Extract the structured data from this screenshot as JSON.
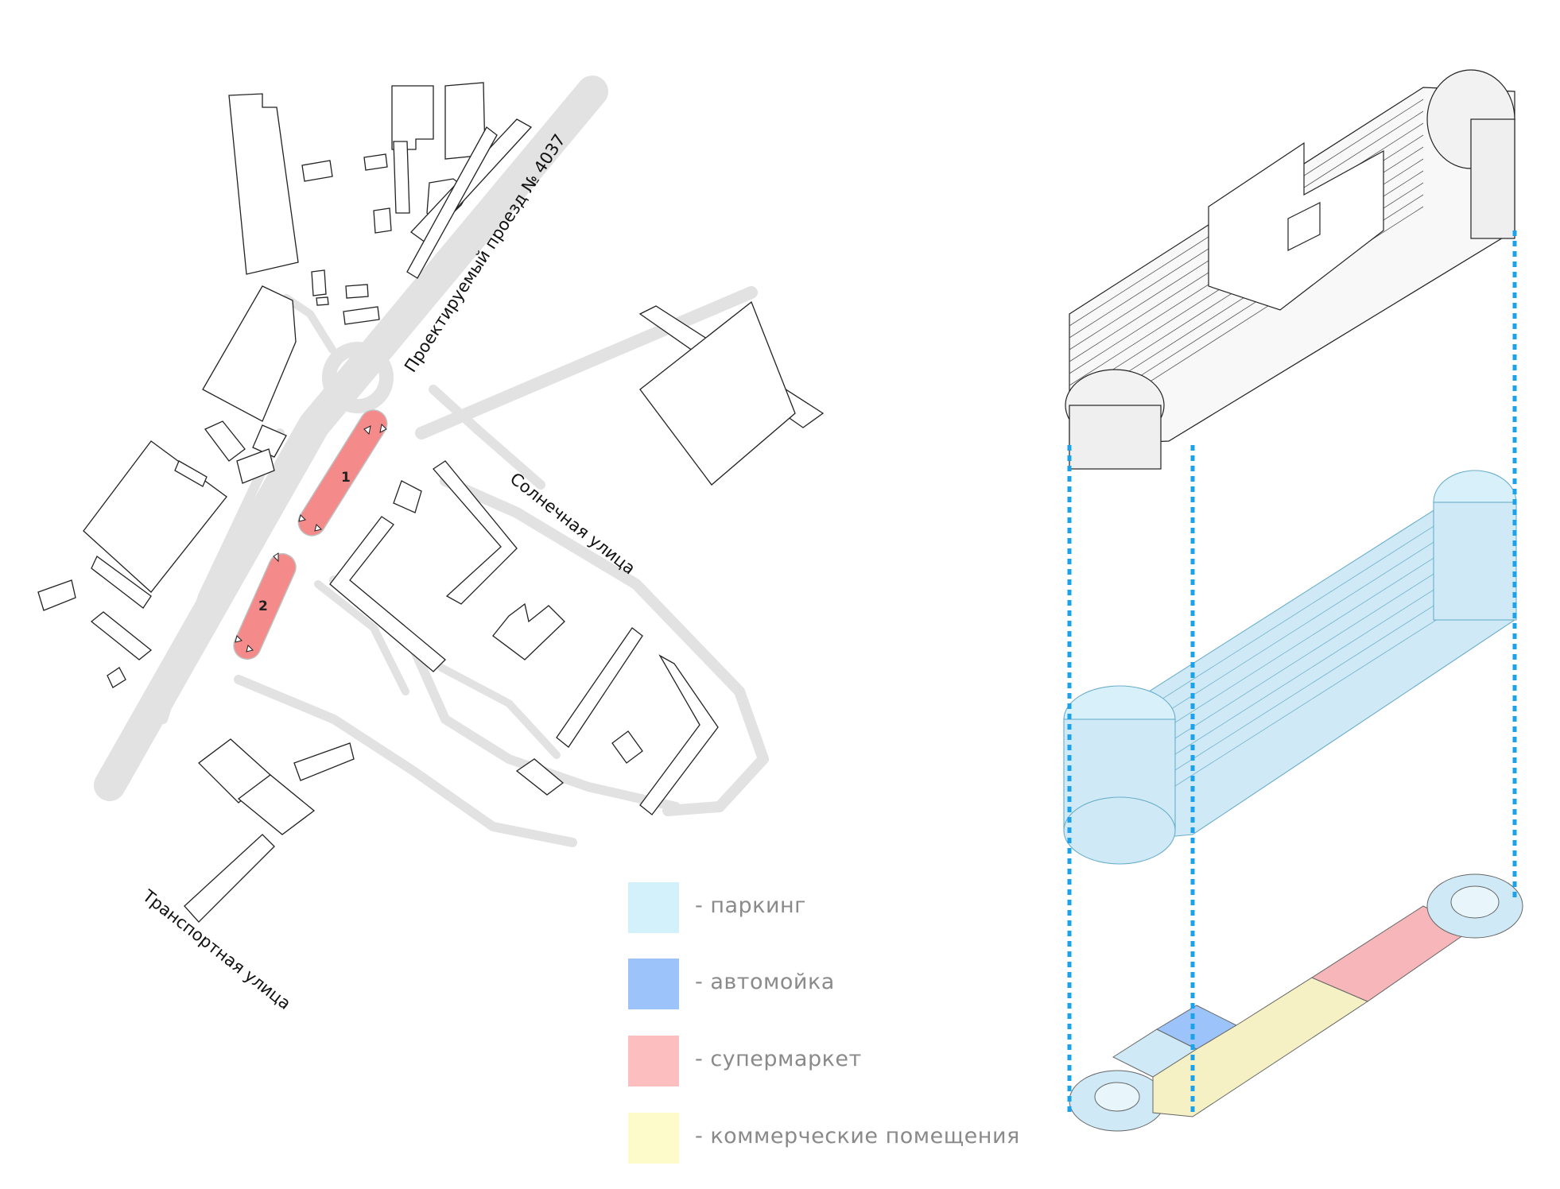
{
  "site_plan": {
    "streets": [
      {
        "name": "Проектируемый проезд № 4037"
      },
      {
        "name": "Солнечная улица"
      },
      {
        "name": "Транспортная улица"
      }
    ],
    "zones": [
      {
        "number": "1"
      },
      {
        "number": "2"
      }
    ]
  },
  "legend": {
    "items": [
      {
        "label": "- паркинг",
        "color": "#d3f1fa"
      },
      {
        "label": "- автомойка",
        "color": "#9cc4fb"
      },
      {
        "label": "- супермаркет",
        "color": "#fdbec0"
      },
      {
        "label": "- коммерческие помещения",
        "color": "#fdfbc9"
      }
    ]
  },
  "colors": {
    "road": "#e2e2e2",
    "zone_fill": "#f48a8a",
    "guide_line": "#1aa3ec",
    "parking": "#cfeaf6",
    "carwash": "#9cc4fb",
    "supermarket": "#f7b7ba",
    "commercial": "#f5f1c4"
  }
}
